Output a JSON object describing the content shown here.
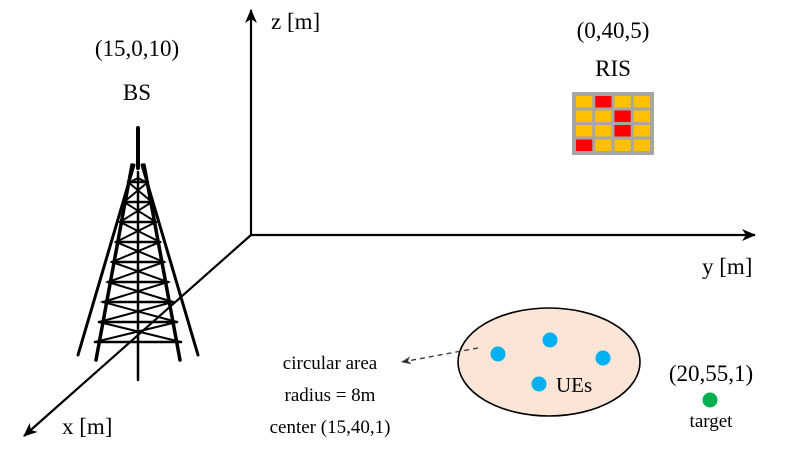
{
  "axes": {
    "z_label": "z [m]",
    "y_label": "y [m]",
    "x_label": "x [m]"
  },
  "bs": {
    "coord": "(15,0,10)",
    "label": "BS"
  },
  "ris": {
    "coord": "(0,40,5)",
    "label": "RIS",
    "grid": [
      [
        "y",
        "r",
        "y",
        "y"
      ],
      [
        "y",
        "y",
        "r",
        "y"
      ],
      [
        "y",
        "y",
        "r",
        "y"
      ],
      [
        "r",
        "y",
        "y",
        "y"
      ]
    ],
    "colors": {
      "y": "#ffc000",
      "r": "#ff0000",
      "frame": "#a6a6a6"
    }
  },
  "ue_area": {
    "label": "UEs",
    "fill": "#fbe5d6",
    "ue_color": "#00b0f0",
    "annotation": [
      "circular area",
      "radius = 8m",
      "center (15,40,1)"
    ]
  },
  "target": {
    "coord": "(20,55,1)",
    "label": "target",
    "color": "#00b050"
  }
}
